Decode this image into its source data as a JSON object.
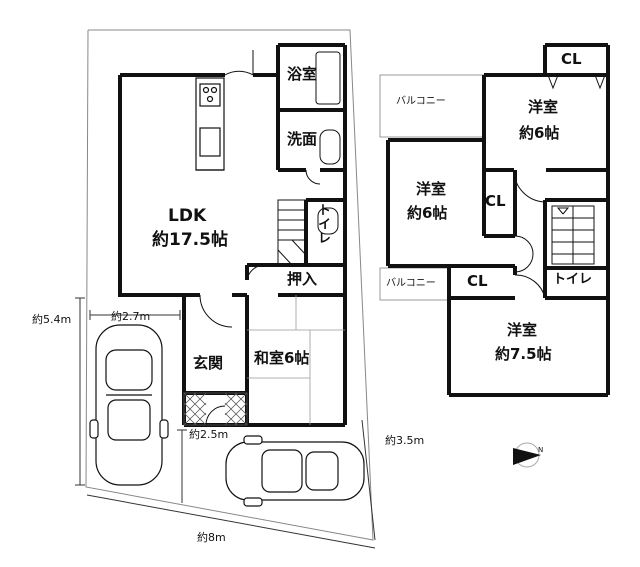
{
  "floor1": {
    "rooms": {
      "bath": "浴室",
      "washroom": "洗面",
      "ldk_name": "LDK",
      "ldk_size": "約17.5帖",
      "toilet": "トイレ",
      "closet": "押入",
      "entrance": "玄関",
      "washitsu": "和室6帖"
    }
  },
  "floor2": {
    "rooms": {
      "balcony_top": "バルコニー",
      "balcony_bottom": "バルコニー",
      "youshitsu_ne_name": "洋室",
      "youshitsu_ne_size": "約6帖",
      "youshitsu_w_name": "洋室",
      "youshitsu_w_size": "約6帖",
      "youshitsu_s_name": "洋室",
      "youshitsu_s_size": "約7.5帖",
      "cl_top": "CL",
      "cl_mid": "CL",
      "cl_bottom": "CL",
      "toilet": "トイレ"
    }
  },
  "dimensions": {
    "d_5_4": "約5.4m",
    "d_2_7": "約2.7m",
    "d_2_5": "約2.5m",
    "d_3_5": "約3.5m",
    "d_8": "約8m"
  },
  "compass": {
    "label": "N",
    "icon": "north-arrow-icon"
  }
}
